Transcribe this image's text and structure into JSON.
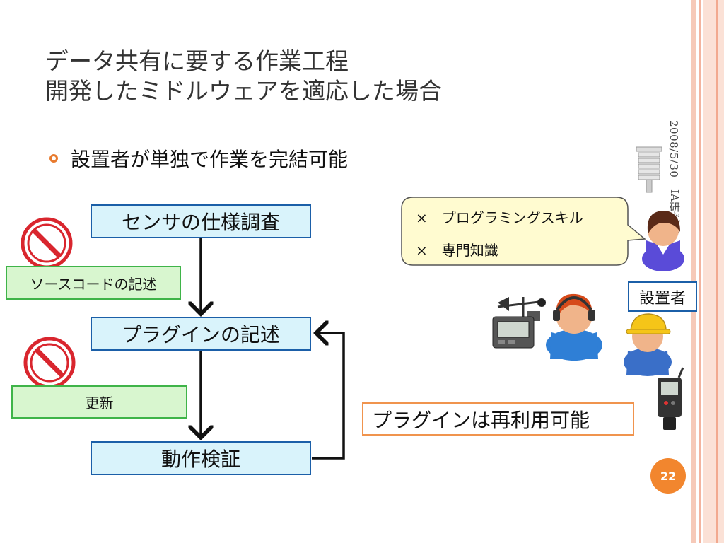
{
  "slide": {
    "title_line1": "データ共有に要する作業工程",
    "title_line2": "開発したミドルウェアを適応した場合",
    "date": "2008/5/30",
    "side_label": "IA研究会",
    "bullet": "設置者が単独で作業を完結可能",
    "page_number": "22"
  },
  "flow": {
    "step1": "センサの仕様調査",
    "step2": "プラグインの記述",
    "step3": "動作検証",
    "note1": "ソースコードの記述",
    "note2": "更新"
  },
  "callout": {
    "line1": "×　プログラミングスキル",
    "line2": "×　専門知識"
  },
  "labels": {
    "setter": "設置者",
    "reuse": "プラグインは再利用可能"
  },
  "colors": {
    "accent": "#f2862e",
    "step_border": "#1b5fa8",
    "step_fill": "#d9f3fb",
    "note_border": "#3fb449",
    "note_fill": "#d8f6cf",
    "prohibit_red": "#d9262e"
  }
}
